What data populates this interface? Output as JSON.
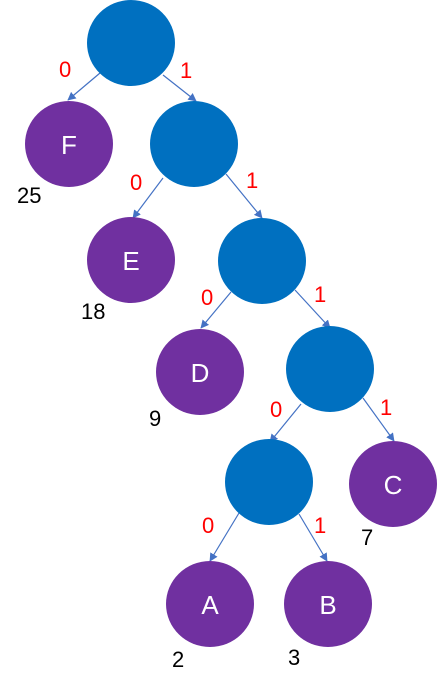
{
  "colors": {
    "internal_node": "#0070c0",
    "leaf_node": "#7030a0",
    "edge": "#4472c4",
    "edge_label": "#ff0000",
    "leaf_text": "#ffffff",
    "weight_text": "#000000"
  },
  "nodes": {
    "root": {
      "type": "internal"
    },
    "n1": {
      "type": "internal"
    },
    "n2": {
      "type": "internal"
    },
    "n3": {
      "type": "internal"
    },
    "n4": {
      "type": "internal"
    },
    "F": {
      "type": "leaf",
      "label": "F",
      "weight": "25"
    },
    "E": {
      "type": "leaf",
      "label": "E",
      "weight": "18"
    },
    "D": {
      "type": "leaf",
      "label": "D",
      "weight": "9"
    },
    "C": {
      "type": "leaf",
      "label": "C",
      "weight": "7"
    },
    "A": {
      "type": "leaf",
      "label": "A",
      "weight": "2"
    },
    "B": {
      "type": "leaf",
      "label": "B",
      "weight": "3"
    }
  },
  "edges": [
    {
      "from": "root",
      "to": "F",
      "bit": "0"
    },
    {
      "from": "root",
      "to": "n1",
      "bit": "1"
    },
    {
      "from": "n1",
      "to": "E",
      "bit": "0"
    },
    {
      "from": "n1",
      "to": "n2",
      "bit": "1"
    },
    {
      "from": "n2",
      "to": "D",
      "bit": "0"
    },
    {
      "from": "n2",
      "to": "n3",
      "bit": "1"
    },
    {
      "from": "n3",
      "to": "n4",
      "bit": "0"
    },
    {
      "from": "n3",
      "to": "C",
      "bit": "1"
    },
    {
      "from": "n4",
      "to": "A",
      "bit": "0"
    },
    {
      "from": "n4",
      "to": "B",
      "bit": "1"
    }
  ]
}
